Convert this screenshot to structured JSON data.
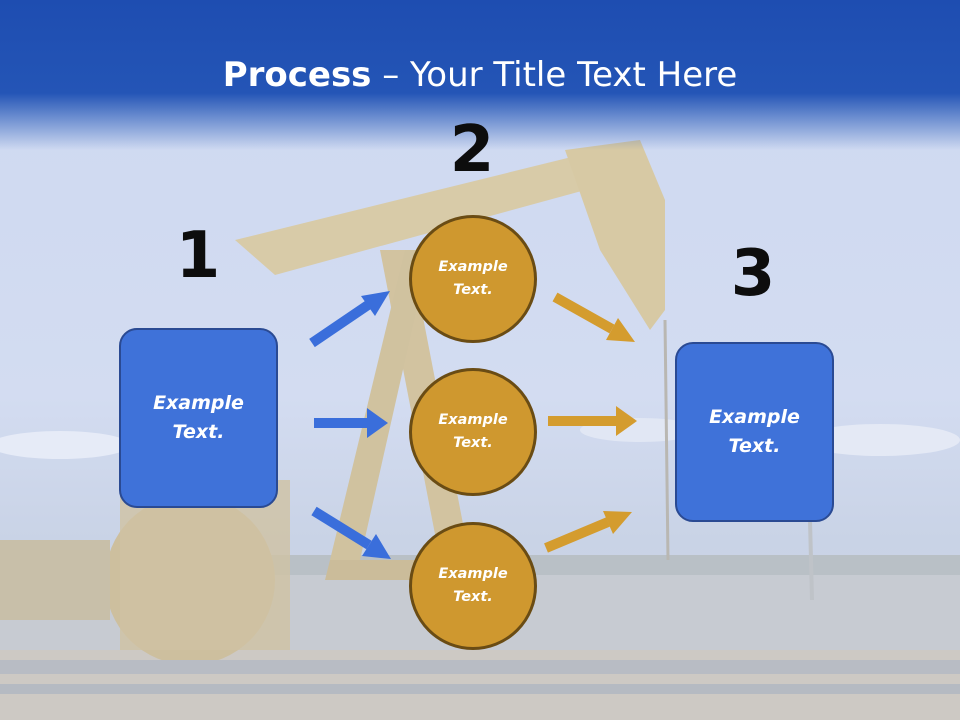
{
  "title": {
    "bold": "Process",
    "rest": " – Your Title Text Here"
  },
  "steps": {
    "one": {
      "number": "1",
      "text": "Example\nText."
    },
    "two": {
      "number": "2",
      "circles": [
        "Example\nText.",
        "Example\nText.",
        "Example\nText."
      ]
    },
    "three": {
      "number": "3",
      "text": "Example\nText."
    }
  },
  "colors": {
    "title_band": "#1e4db1",
    "box": "#3f72d9",
    "circle": "#cf982f",
    "arrow_blue": "#3a6edb",
    "arrow_gold": "#d49c2e"
  }
}
